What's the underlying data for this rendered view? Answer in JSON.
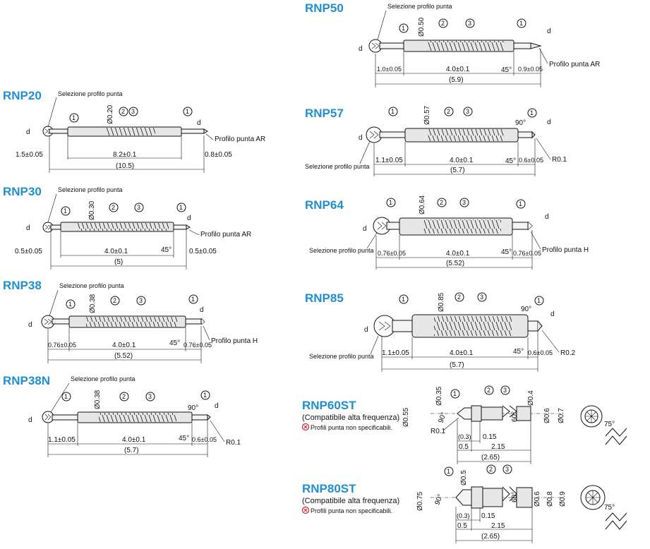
{
  "tip_note": "Selezione profilo punta",
  "circle_1": "1",
  "circle_2": "2",
  "circle_3": "3",
  "d": "d",
  "rnp20": {
    "name": "RNP20",
    "dia": "Ø0.20",
    "profile": "Profilo punta AR",
    "left": "1.5±0.05",
    "mid": "8.2±0.1",
    "right": "0.8±0.05",
    "total": "(10.5)"
  },
  "rnp30": {
    "name": "RNP30",
    "dia": "Ø0.30",
    "profile": "Profilo punta AR",
    "left": "0.5±0.05",
    "mid": "4.0±0.1",
    "right": "0.5±0.05",
    "total": "(5)",
    "angle": "45°"
  },
  "rnp38": {
    "name": "RNP38",
    "dia": "Ø0.38",
    "profile": "Profilo punta H",
    "left": "0.76±0.05",
    "mid": "4.0±0.1",
    "right": "0.76±0.05",
    "total": "(5.52)",
    "angle": "45°"
  },
  "rnp38n": {
    "name": "RNP38N",
    "dia": "Ø0.38",
    "left": "1.1±0.05",
    "mid": "4.0±0.1",
    "right": "0.6±0.05",
    "total": "(5.7)",
    "angle": "45°",
    "angle2": "90°",
    "radius": "R0.1"
  },
  "rnp50": {
    "name": "RNP50",
    "dia": "Ø0.50",
    "profile": "Profilo punta AR",
    "left": "1.0±0.05",
    "mid": "4.0±0.1",
    "right": "0.9±0.05",
    "total": "(5.9)",
    "angle": "45°"
  },
  "rnp57": {
    "name": "RNP57",
    "dia": "Ø0.57",
    "left": "1.1±0.05",
    "mid": "4.0±0.1",
    "right": "0.6±0.05",
    "total": "(5.7)",
    "angle": "45°",
    "angle2": "90°",
    "radius": "R0.1"
  },
  "rnp64": {
    "name": "RNP64",
    "dia": "Ø0.64",
    "profile": "Profilo punta H",
    "left": "0.76±0.05",
    "mid": "4.0±0.1",
    "right": "0.76±0.05",
    "total": "(5.52)",
    "angle": "45°"
  },
  "rnp85": {
    "name": "RNP85",
    "dia": "Ø0.85",
    "left": "1.1±0.05",
    "mid": "4.0±0.1",
    "right": "0.6±0.05",
    "total": "(5.7)",
    "angle": "45°",
    "angle2": "90°",
    "radius": "R0.2"
  },
  "rnp60st": {
    "name": "RNP60ST",
    "compat": "(Compatibile alta frequenza)",
    "note": "Profili punta non specificabili.",
    "d1": "Ø0.35",
    "d2": "Ø0.4",
    "d3": "Ø0.55",
    "d4": "Ø0.6",
    "d5": "Ø0.7",
    "a90": "90°",
    "a60": "60°",
    "a75": "75°",
    "r": "R0.1",
    "l1": "(0.3)",
    "l2": "0.15",
    "l3": "0.5",
    "l4": "2.15",
    "total": "(2.65)"
  },
  "rnp80st": {
    "name": "RNP80ST",
    "compat": "(Compatibile alta frequenza)",
    "note": "Profili punta non specificabili.",
    "d1": "Ø0.5",
    "d2": "Ø0.6",
    "d3": "Ø0.75",
    "d4": "Ø0.8",
    "d5": "Ø0.9",
    "a90": "90°",
    "a60": "60°",
    "a75": "75°",
    "l1": "(0.3)",
    "l2": "0.15",
    "l3": "0.5",
    "l4": "2.15",
    "total": "(2.65)"
  }
}
